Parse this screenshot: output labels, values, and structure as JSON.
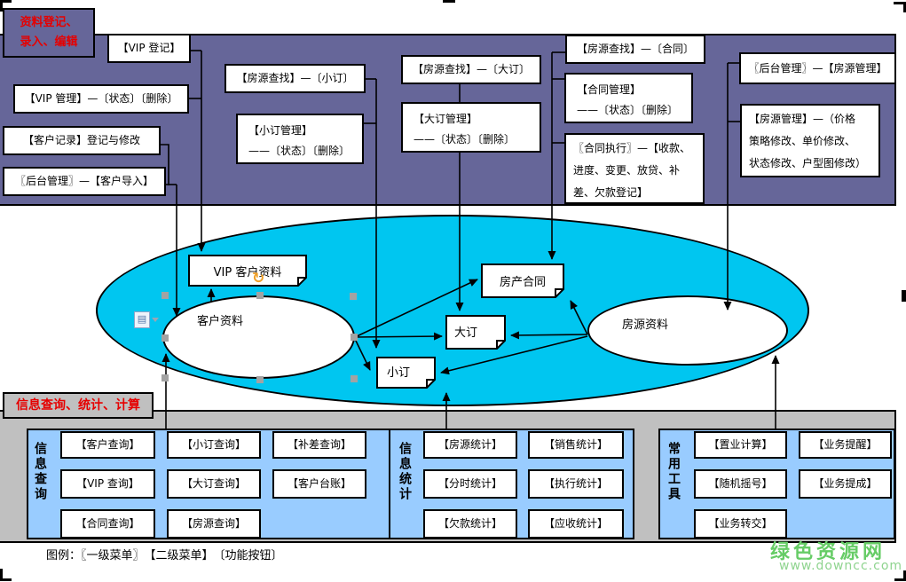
{
  "palette": {
    "band_purple": "#666699",
    "cyan_ellipse": "#00c6f0",
    "gray_band": "#c0c0c0",
    "panel_blue": "#99ccff",
    "title_red": "#e60000",
    "watermark_green": "#66cc66",
    "watermark_url_green": "#8fd48f",
    "handle_gray": "#a3a3a3",
    "rotate_orange": "#f0a028"
  },
  "top_band": {
    "title": "资料登记、\n录入、编辑",
    "boxes": [
      {
        "label": "【VIP 登记】"
      },
      {
        "label": "【VIP 管理】—〔状态〕〔删除〕"
      },
      {
        "label": "【客户记录】登记与修改"
      },
      {
        "label": "〖后台管理〗—【客户导入】"
      },
      {
        "label": "【房源查找】—〔小订〕"
      },
      {
        "label": "【小订管理】\n——〔状态〕〔删除〕"
      },
      {
        "label": "【房源查找】—〔大订〕"
      },
      {
        "label": "【大订管理】\n——〔状态〕〔删除〕"
      },
      {
        "label": "【房源查找】—〔合同〕"
      },
      {
        "label": "【合同管理】\n——〔状态〕〔删除〕"
      },
      {
        "label": "〖合同执行〗—【收款、\n进度、变更、放贷、补\n差、欠款登记】"
      },
      {
        "label": "〖后台管理〗—【房源管理】"
      },
      {
        "label": "【房源管理】—（价格\n策略修改、单价修改、\n状态修改、户型图修改）"
      }
    ]
  },
  "diagram": {
    "nodes": {
      "vip_customer": "VIP 客户资料",
      "customer": "客户资料",
      "contract": "房产合同",
      "big_order": "大订",
      "small_order": "小订",
      "listing": "房源资料"
    },
    "rotate_glyph": "↻",
    "smart_tag_glyph": "▤"
  },
  "bottom": {
    "title": "信息查询、统计、计算",
    "panels": [
      {
        "side_label": "信息查询",
        "buttons": [
          "【客户查询】",
          "【小订查询】",
          "【补差查询】",
          "【VIP 查询】",
          "【大订查询】",
          "【客户台账】",
          "【合同查询】",
          "【房源查询】"
        ]
      },
      {
        "side_label": "信息统计",
        "buttons": [
          "【房源统计】",
          "【销售统计】",
          "【分时统计】",
          "【执行统计】",
          "【欠款统计】",
          "【应收统计】"
        ]
      },
      {
        "side_label": "常用工具",
        "buttons": [
          "【置业计算】",
          "【业务提醒】",
          "【随机摇号】",
          "【业务提成】",
          "【业务转交】"
        ]
      }
    ]
  },
  "legend": "图例：〖一级菜单〗　【二级菜单】　〔功能按钮〕",
  "watermark": {
    "name": "绿色资源网",
    "url": "www.downcc.com"
  }
}
